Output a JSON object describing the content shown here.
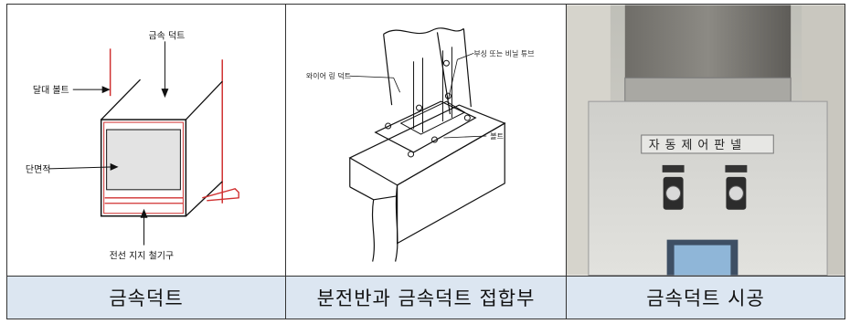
{
  "panels": [
    {
      "caption": "금속덕트",
      "labels": {
        "duct": "금속 덕트",
        "hanger_bolt": "달대 볼트",
        "cross_section": "단면적",
        "wire_support": "전선 지지 철기구"
      }
    },
    {
      "caption": "분전반과 금속덕트 접합부",
      "labels": {
        "wire_duct": "와이어 링 덕트",
        "tube": "부싱 또는 비닐 튜브",
        "bolt": "볼트"
      }
    },
    {
      "caption": "금속덕트 시공",
      "labels": {
        "sign": "자동제어판넬"
      }
    }
  ],
  "colors": {
    "caption_bg": "#dce6f1",
    "hanger_red": "#d03030",
    "section_fill": "#e3e3e3"
  }
}
